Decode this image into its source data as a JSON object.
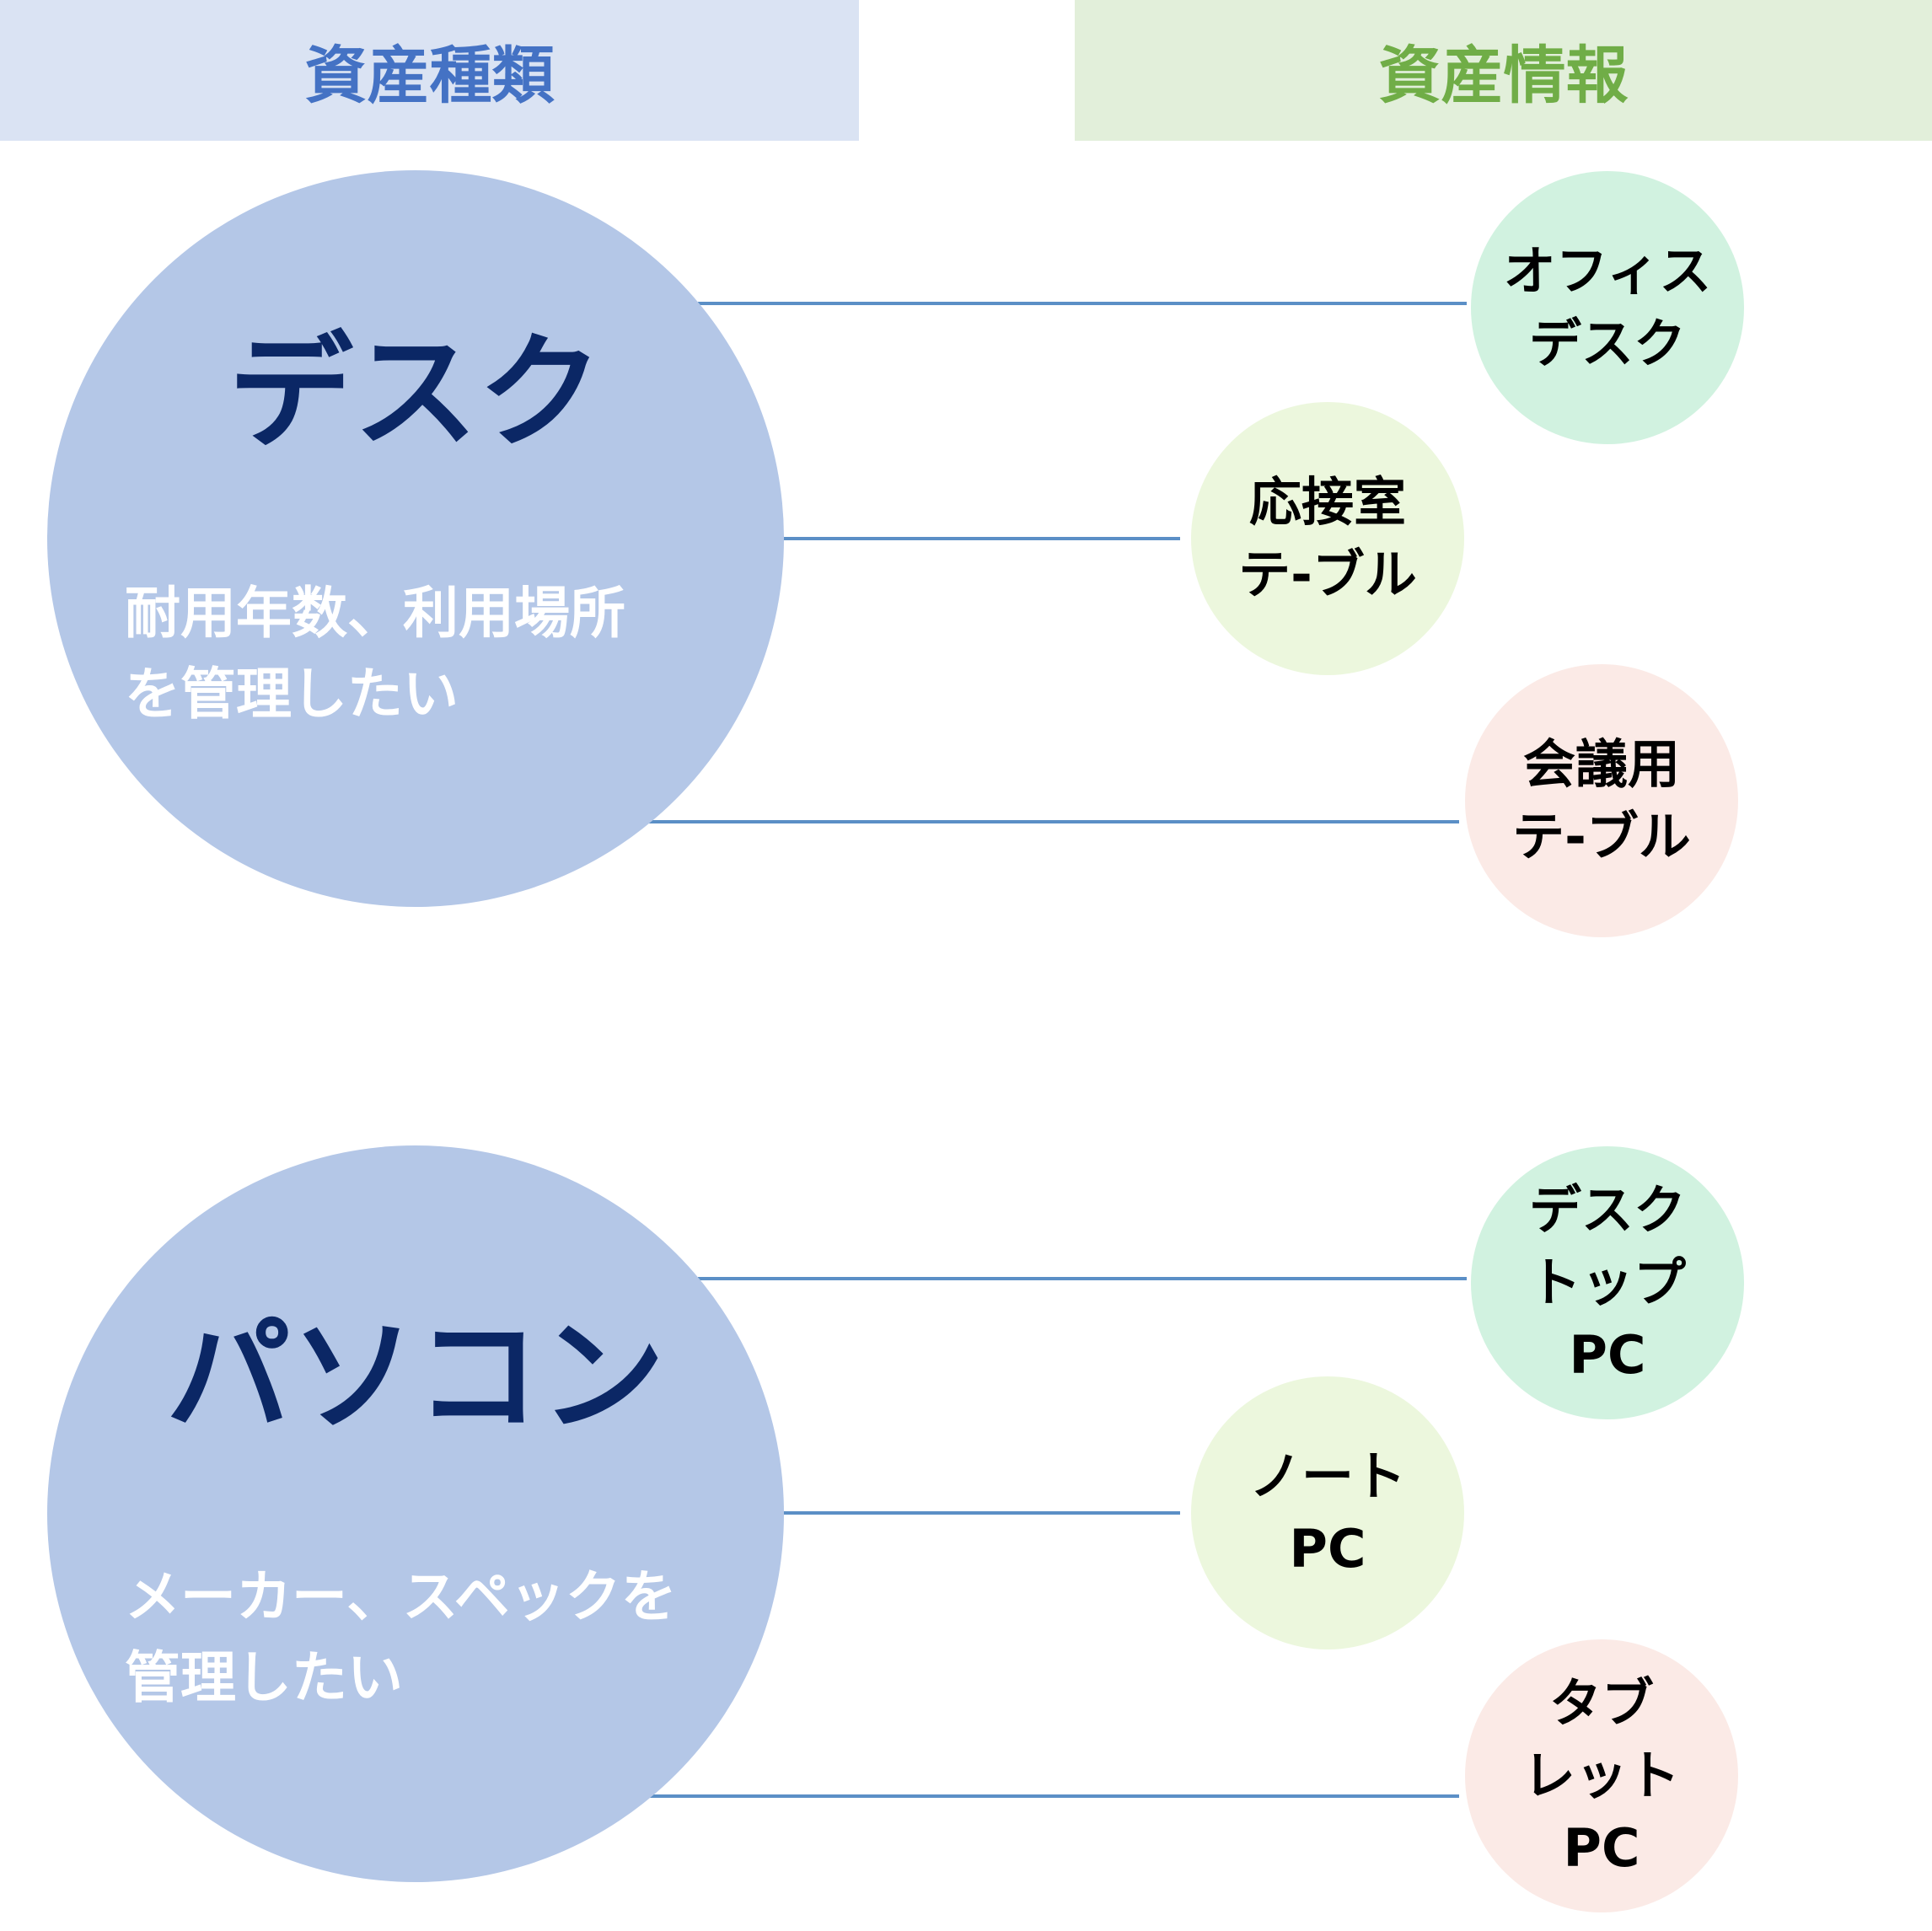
{
  "header": {
    "left_label": "資産種類",
    "right_label": "資産情報"
  },
  "groups": [
    {
      "title": "デスク",
      "subtitle_line1": "耐用年数、利用場所",
      "subtitle_line2": "を管理したい",
      "items": [
        {
          "label": "オフィス\nデスク"
        },
        {
          "label": "応接室\nテ-ブル"
        },
        {
          "label": "会議用\nテ-ブル"
        }
      ]
    },
    {
      "title": "パソコン",
      "subtitle_line1": "メーカー、スペックを",
      "subtitle_line2": "管理したい",
      "items": [
        {
          "label": "デスク\nトップ\nPC"
        },
        {
          "label": "ノート\nPC"
        },
        {
          "label": "タブ\nレット\nPC"
        }
      ]
    }
  ],
  "colors": {
    "left_header_bg": "#dae3f3",
    "left_header_text": "#4472c4",
    "right_header_bg": "#e2efda",
    "right_header_text": "#70ad47",
    "category_circle": "#b4c7e7",
    "category_title": "#0b2765",
    "connector": "#5b8fc6",
    "node_green": "#d1f2e0",
    "node_lime": "#ecf7dd",
    "node_pink": "#fbeae6"
  }
}
